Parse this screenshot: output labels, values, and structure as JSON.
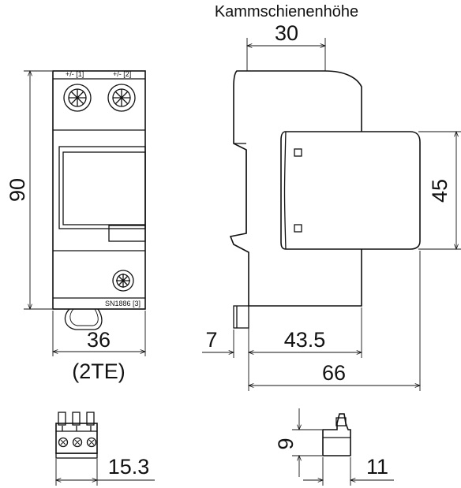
{
  "labels": {
    "top_title": "Kammschienenhöhe",
    "dim_30": "30",
    "dim_90": "90",
    "dim_45": "45",
    "dim_36": "36",
    "dim_2te": "(2TE)",
    "dim_7": "7",
    "dim_43_5": "43.5",
    "dim_66": "66",
    "dim_15_3": "15.3",
    "dim_9": "9",
    "dim_11": "11",
    "terminal_1": "+/- [1]",
    "terminal_2": "+/- [2]",
    "model_label": "SN1886 [3]"
  }
}
